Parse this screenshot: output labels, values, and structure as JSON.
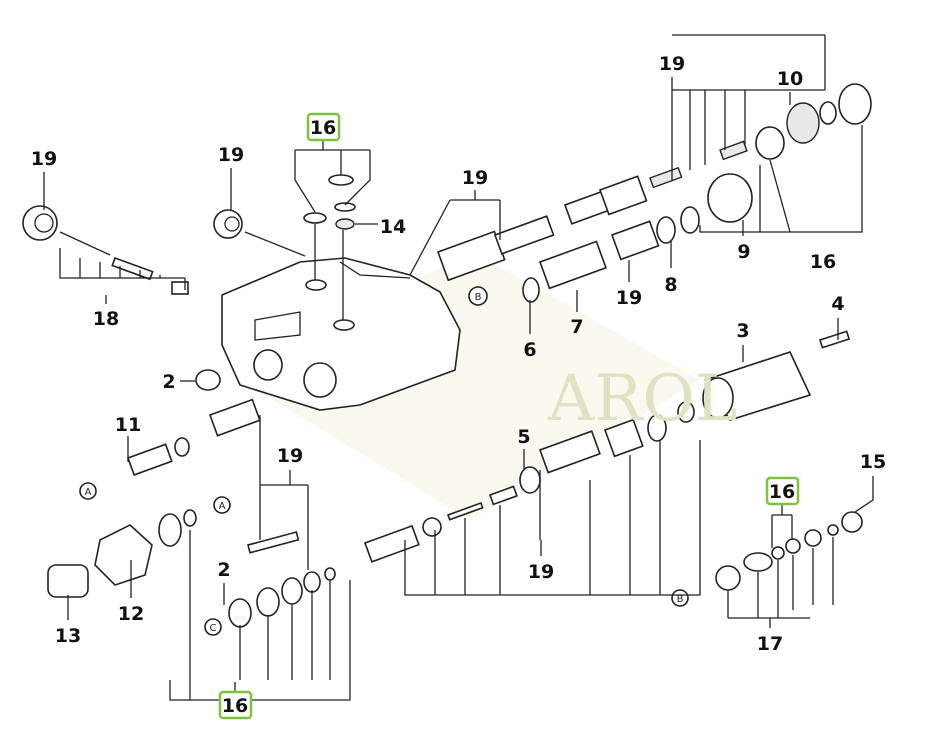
{
  "watermark": "AROL",
  "labels": [
    {
      "text": "19"
    },
    {
      "text": "19"
    },
    {
      "text": "16",
      "highlighted": true
    },
    {
      "text": "14"
    },
    {
      "text": "19"
    },
    {
      "text": "19"
    },
    {
      "text": "10"
    },
    {
      "text": "16"
    },
    {
      "text": "9"
    },
    {
      "text": "8"
    },
    {
      "text": "19"
    },
    {
      "text": "7"
    },
    {
      "text": "6"
    },
    {
      "text": "18"
    },
    {
      "text": "2"
    },
    {
      "text": "4"
    },
    {
      "text": "3"
    },
    {
      "text": "11"
    },
    {
      "text": "5"
    },
    {
      "text": "19"
    },
    {
      "text": "15"
    },
    {
      "text": "16",
      "highlighted": true
    },
    {
      "text": "2"
    },
    {
      "text": "19"
    },
    {
      "text": "12"
    },
    {
      "text": "13"
    },
    {
      "text": "17"
    },
    {
      "text": "16",
      "highlighted": true
    }
  ],
  "references": [
    "B",
    "A",
    "A",
    "C",
    "B"
  ],
  "highlight_color": "#7dc43c"
}
